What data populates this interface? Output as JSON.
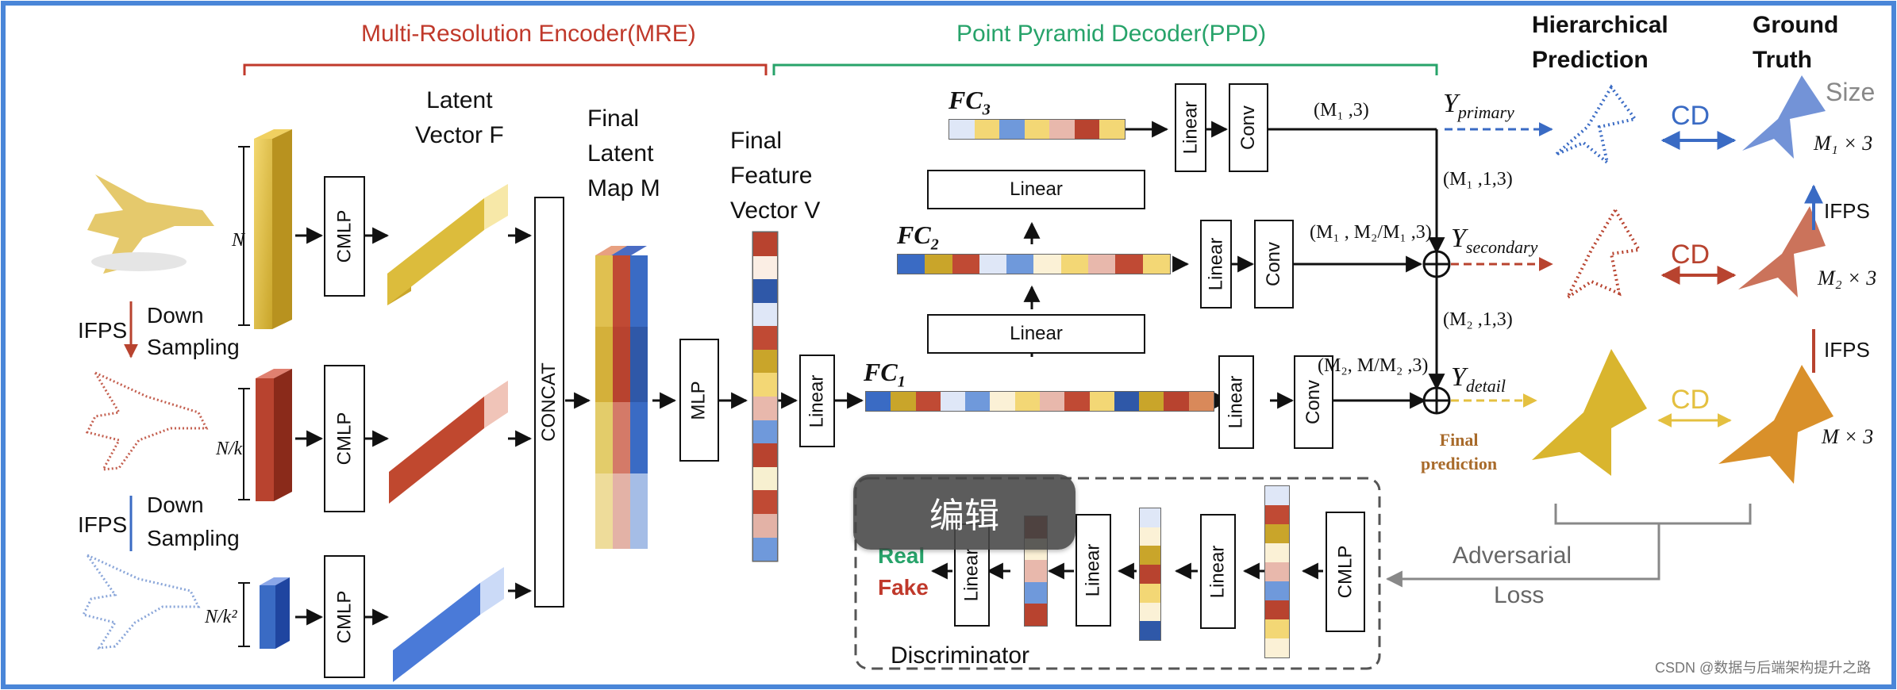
{
  "header": {
    "mre_title": "Multi-Resolution Encoder(MRE)",
    "ppd_title": "Point Pyramid Decoder(PPD)",
    "hier_pred": "Hierarchical\nPrediction",
    "ground_truth": "Ground\nTruth",
    "size": "Size"
  },
  "encoder": {
    "latent_vector": "Latent\nVector F",
    "final_latent": "Final\nLatent\nMap M",
    "final_feature": "Final\nFeature\nVector V",
    "n1": "N",
    "n2": "N/k",
    "n3": "N/k²",
    "cmlp": "CMLP",
    "concat": "CONCAT",
    "mlp": "MLP",
    "linear": "Linear",
    "ifps": "IFPS",
    "down": "Down",
    "sampling": "Sampling"
  },
  "decoder": {
    "fc1": "FC",
    "fc1_sub": "1",
    "fc2": "FC",
    "fc2_sub": "2",
    "fc3": "FC",
    "fc3_sub": "3",
    "linear": "Linear",
    "conv": "Conv",
    "m1_3": "(M₁ ,3)",
    "m1_1_3": "(M₁ ,1,3)",
    "m1_m2m1_3": "(M₁ , M₂/M₁ ,3)",
    "m2_1_3": "(M₂ ,1,3)",
    "m2_mm2_3": "(M₂, M/M₂ ,3)",
    "y_primary": "Y",
    "y_primary_sub": "primary",
    "y_secondary": "Y",
    "y_secondary_sub": "secondary",
    "y_detail": "Y",
    "y_detail_sub": "detail",
    "final_prediction": "Final\nprediction"
  },
  "right": {
    "cd": "CD",
    "m1x3": "M₁  × 3",
    "m2x3": "M₂  × 3",
    "mx3": "M  × 3",
    "ifps": "IFPS",
    "adversarial": "Adversarial",
    "loss": "Loss"
  },
  "discriminator": {
    "title": "Discriminator",
    "real": "Real",
    "fake": "Fake",
    "cmlp": "CMLP",
    "linear": "Linear"
  },
  "overlay": {
    "edit_button": "编辑"
  },
  "watermark": "CSDN @数据与后端架构提升之路",
  "colors": {
    "mre": "#c0392b",
    "ppd": "#27a36a",
    "blue": "#3a6bc4",
    "red": "#b8432f",
    "gold": "#d4b43a",
    "frame": "#4a86d8"
  }
}
